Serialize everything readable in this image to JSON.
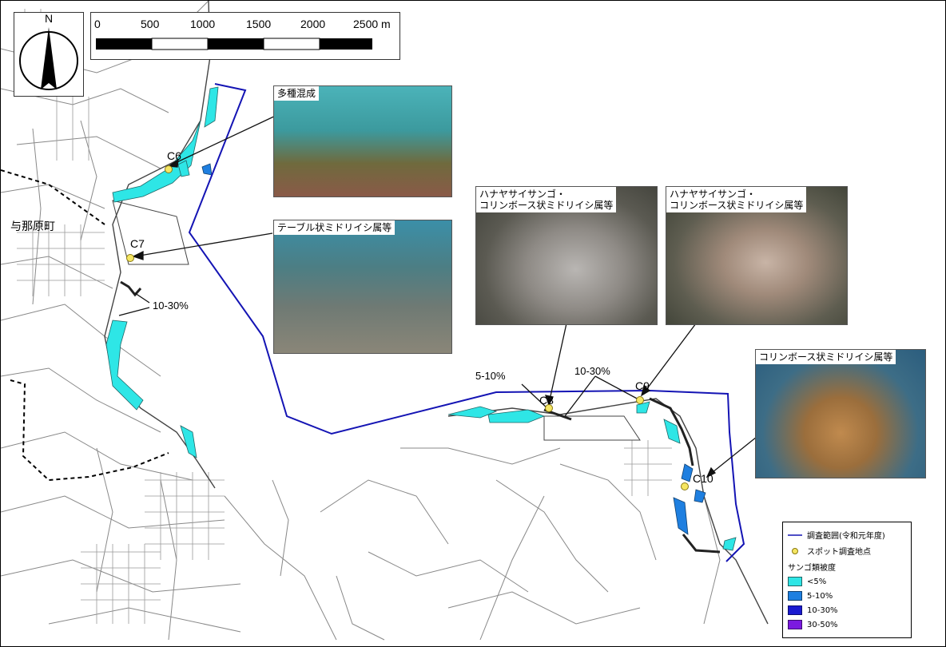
{
  "map": {
    "place_name": "与那原町",
    "stations": [
      "C6",
      "C7",
      "C8",
      "C9",
      "C10"
    ],
    "coverage_labels": [
      "10-30%",
      "5-10%",
      "10-30%"
    ]
  },
  "scale_bar": {
    "ticks": [
      "0",
      "500",
      "1000",
      "1500",
      "2000",
      "2500 m"
    ]
  },
  "compass": {
    "north": "N"
  },
  "photos": [
    {
      "caption": "多種混成",
      "color": "#3a8a8a"
    },
    {
      "caption": "テーブル状ミドリイシ属等",
      "color": "#3b7f93"
    },
    {
      "caption": "ハナヤサイサンゴ・\nコリンボース状ミドリイシ属等",
      "color": "#6d6c66"
    },
    {
      "caption": "ハナヤサイサンゴ・\nコリンボース状ミドリイシ属等",
      "color": "#5a5d52"
    },
    {
      "caption": "コリンボース状ミドリイシ属等",
      "color": "#2e6f8f"
    }
  ],
  "legend": {
    "survey_range": "調査範囲(令和元年度)",
    "spot_point": "スポット調査地点",
    "coverage_title": "サンゴ類被度",
    "items": [
      {
        "label": "<5%",
        "color": "#2ee6e6"
      },
      {
        "label": "5-10%",
        "color": "#1e7fe0"
      },
      {
        "label": "10-30%",
        "color": "#1a1ad0"
      },
      {
        "label": "30-50%",
        "color": "#7b1ae0"
      }
    ],
    "range_color": "#1414b4",
    "spot_color": "#f5e663"
  }
}
